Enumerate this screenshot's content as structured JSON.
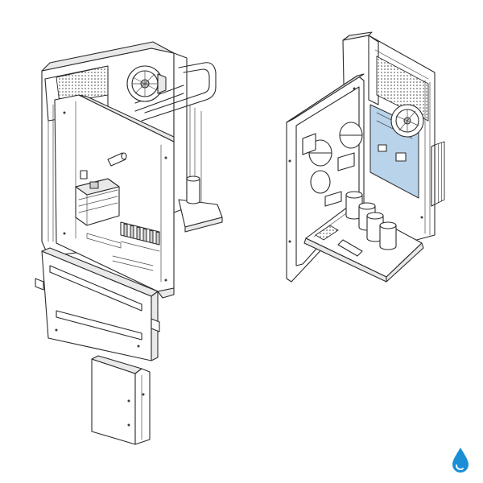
{
  "figure": {
    "type": "exploded-assembly-line-drawing",
    "views": [
      {
        "name": "left-view",
        "parts": [
          "rear-frame",
          "fan",
          "refrigerant-pipe",
          "electrical-panel",
          "terminal-block",
          "connector-row",
          "side-cover",
          "lower-bracket"
        ]
      },
      {
        "name": "right-view",
        "parts": [
          "cabinet",
          "fan",
          "heatsink",
          "control-board",
          "chokes",
          "capacitors",
          "base-tray"
        ]
      }
    ],
    "highlight_color": "#b9d3ea",
    "line_color": "#2a2a2a",
    "logo": {
      "icon": "water-drop-icon",
      "color": "#1a8fd6"
    }
  }
}
